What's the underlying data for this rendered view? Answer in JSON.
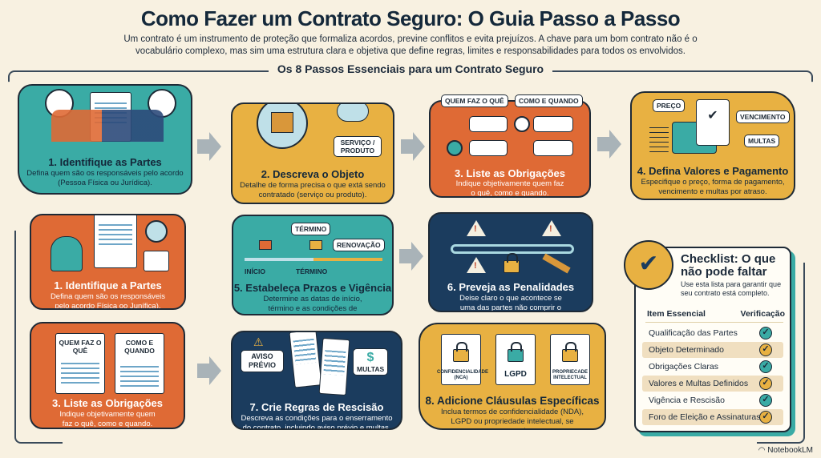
{
  "header": {
    "title": "Como Fazer um Contrato Seguro: O Guia Passo a Passo",
    "subtitle": "Um contrato é um instrumento de proteção que formaliza acordos, previne conflitos e evita prejuízos. A chave para um bom contrato não é o vocabulário complexo, mas sim uma estrutura clara e objetiva que define regras, limites e responsabilidades para todos os envolvidos."
  },
  "section_title": "Os 8 Passos Essenciais para um Contrato Seguro",
  "colors": {
    "teal": "#3aaba5",
    "yellow": "#e8b142",
    "orange": "#df6a35",
    "navy": "#1b3c5e",
    "background": "#f8f1e1"
  },
  "steps": [
    {
      "title": "1. Identifique as Partes",
      "desc": "Defina quem são os responsáveis pelo acordo (Pessoa Física ou Jurídica)."
    },
    {
      "title": "2. Descreva o Objeto",
      "desc": "Detalhe de forma precisa o que extá sendo contratado (serviço ou produto).",
      "tags": [
        "SERVIÇO / PRODUTO"
      ]
    },
    {
      "title": "3. Liste as Obrigações",
      "desc": "Indique objetivamente quem faz o quê, como e quando.",
      "tags": [
        "QUEM FAZ O QUÊ",
        "COMO E QUANDO"
      ]
    },
    {
      "title": "4. Defina Valores e Pagamento",
      "desc": "Especifique o preço, forma de pagamento, vencimento e multas por atraso.",
      "tags": [
        "PREÇO",
        "VENCIMENTO",
        "MULTAS"
      ]
    },
    {
      "title": "1. Identifique a Partes",
      "desc": "Defina quem são os responsáveis pelo acordo Física oo Junífica)."
    },
    {
      "title": "5. Estabeleça Prazos e Vigência",
      "desc": "Determine as datas de início, término e as condições de renovação.",
      "tags": [
        "TÉRMINO",
        "RENOVAÇÃO",
        "INÍCIO",
        "TÉRMINO"
      ]
    },
    {
      "title": "6. Preveja as Penalidades",
      "desc": "Deise claro o que acontece se uma das partes não comprir o acordo."
    },
    {
      "title": "3. Liste as Obrigações",
      "desc": "Indique objetivamente quem faz o quê, como e quando.",
      "tags": [
        "QUEM FAZ O QUÊ",
        "COMO E QUANDO"
      ]
    },
    {
      "title": "7. Crie Regras de Rescisão",
      "desc": "Descreva as condições para o enserramento do contrato, incluindo aviso prévio e multas.",
      "tags": [
        "AVISO PRÉVIO",
        "MULTAS"
      ]
    },
    {
      "title": "8. Adicione Cláusulas Específicas",
      "desc": "Inclua termos de confidencialidade (NDA), LGPD ou propriedade intelectual, se necessario.",
      "tags": [
        "CONFIDENCIALIDADE (NCA)",
        "LGPD",
        "PROPRIECADE INTELECTUAL"
      ]
    }
  ],
  "checklist": {
    "title": "Checklist: O que não pode faltar",
    "subtitle": "Use esta lista para garantir que seu contrato está completo.",
    "col1": "Item Essencial",
    "col2": "Verificação",
    "items": [
      {
        "label": "Qualificação das Partes",
        "checked": true
      },
      {
        "label": "Objeto Determinado",
        "checked": true
      },
      {
        "label": "Obrigações Claras",
        "checked": true
      },
      {
        "label": "Valores e Multas Definidos",
        "checked": true
      },
      {
        "label": "Vigência e Rescisão",
        "checked": true
      },
      {
        "label": "Foro de Eleição e Assinaturas",
        "checked": true
      }
    ]
  },
  "footer": {
    "brand": "NotebookLM"
  }
}
